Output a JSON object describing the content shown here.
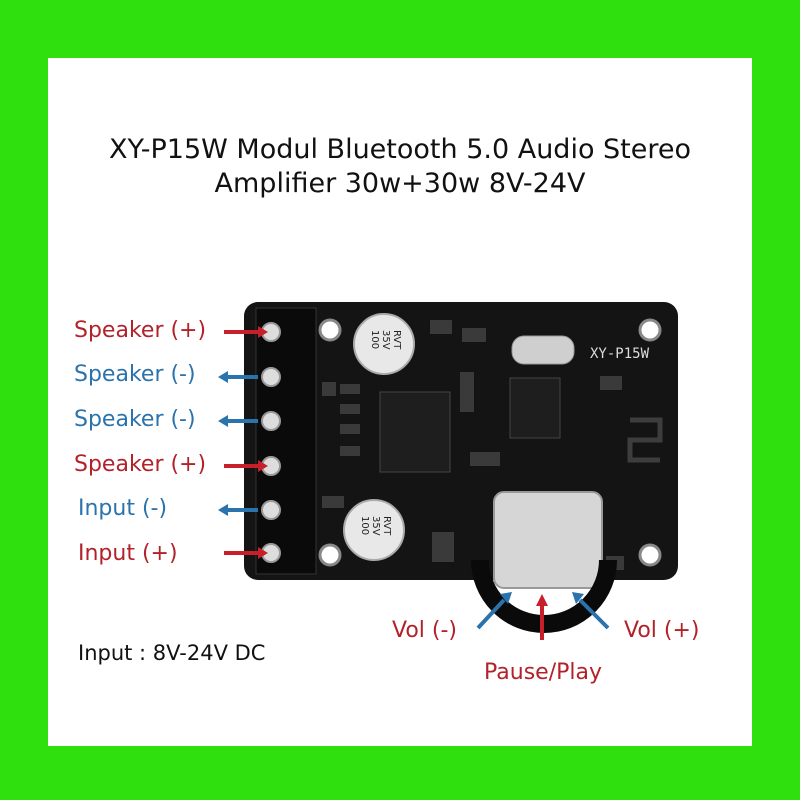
{
  "title": {
    "line1": "XY-P15W Modul Bluetooth 5.0 Audio Stereo",
    "line2": "Amplifier 30w+30w 8V-24V"
  },
  "board": {
    "silkscreen": "XY-P15W",
    "cap_top": [
      "100",
      "35V",
      "RVT"
    ],
    "cap_bottom": [
      "100",
      "35V",
      "RVT"
    ]
  },
  "terminals": [
    {
      "label": "Speaker (+)",
      "polarity": "red"
    },
    {
      "label": "Speaker (-)",
      "polarity": "blue"
    },
    {
      "label": "Speaker (-)",
      "polarity": "blue"
    },
    {
      "label": "Speaker (+)",
      "polarity": "red"
    },
    {
      "label": "Input (-)",
      "polarity": "blue"
    },
    {
      "label": "Input (+)",
      "polarity": "red"
    }
  ],
  "controls": {
    "vol_down": "Vol (-)",
    "pause_play": "Pause/Play",
    "vol_up": "Vol (+)"
  },
  "input_note": "Input : 8V-24V DC",
  "colors": {
    "frame": "#2fe00e",
    "red": "#b3222a",
    "blue": "#2a73ad",
    "pcb": "#141414"
  }
}
